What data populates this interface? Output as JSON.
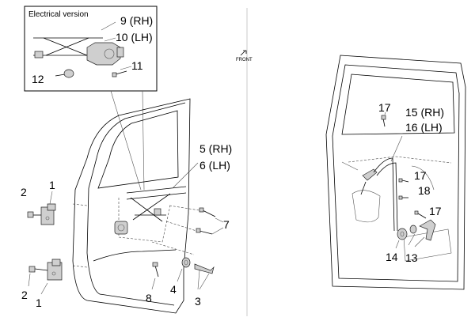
{
  "inset_title": "Electrical version",
  "front_label": "FRONT",
  "labels": {
    "l9": "9 (RH)",
    "l10": "10 (LH)",
    "l11": "11",
    "l12": "12",
    "l5": "5 (RH)",
    "l6": "6 (LH)",
    "l7": "7",
    "l1a": "1",
    "l2a": "2",
    "l1b": "1",
    "l2b": "2",
    "l8": "8",
    "l4": "4",
    "l3": "3",
    "l17a": "17",
    "l15": "15 (RH)",
    "l16": "16 (LH)",
    "l17b": "17",
    "l18": "18",
    "l17c": "17",
    "l14": "14",
    "l13": "13"
  }
}
